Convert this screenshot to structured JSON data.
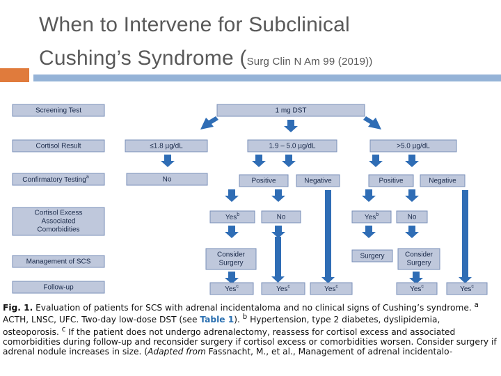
{
  "slide": {
    "title_line1": "When to Intervene for Subclinical",
    "title_line2_main": "Cushing’s Syndrome (",
    "title_line2_small": "Surg Clin N Am 99 (2019))"
  },
  "flow": {
    "row_labels": [
      "Screening Test",
      "Cortisol Result",
      "Confirmatory Testing",
      "Cortisol Excess",
      "Associated",
      "Comorbidities",
      "Management of SCS",
      "Follow-up"
    ],
    "confirm_sup": "a",
    "top_box": "1 mg DST",
    "results": [
      "≤1.8 µg/dL",
      "1.9 – 5.0 µg/dL",
      ">5.0 µg/dL"
    ],
    "confirm": [
      "No",
      "Positive",
      "Negative",
      "Positive",
      "Negative"
    ],
    "comorb": [
      "Yes",
      "No",
      "Yes",
      "No"
    ],
    "comorb_sup": "b",
    "manage": [
      "Consider",
      "Surgery",
      "Surgery",
      "Consider",
      "Surgery"
    ],
    "followup": [
      "Yes",
      "Yes",
      "Yes",
      "Yes",
      "Yes"
    ],
    "followup_sup": "c"
  },
  "caption": {
    "fig": "Fig. 1.",
    "p1": " Evaluation of patients for SCS with adrenal incidentaloma and no clinical signs of Cushing’s syndrome. ",
    "sup_a": "a",
    "p2": " ACTH, LNSC, UFC. Two-day low-dose DST (see ",
    "link": "Table 1",
    "p3": "). ",
    "sup_b": "b",
    "p4": " Hypertension, type 2 diabetes, dyslipidemia, osteoporosis. ",
    "sup_c": "c",
    "p5": " If the patient does not undergo adrenalec­tomy, reassess for cortisol excess and associated comorbidities during follow-up and recon­sider surgery if cortisol excess or comorbidities worsen. Consider surgery if adrenal nodule increases in size. (",
    "p6": "Adapted from",
    "p7": " Fassnacht, M., et al., Management of adrenal incidentalo-"
  }
}
